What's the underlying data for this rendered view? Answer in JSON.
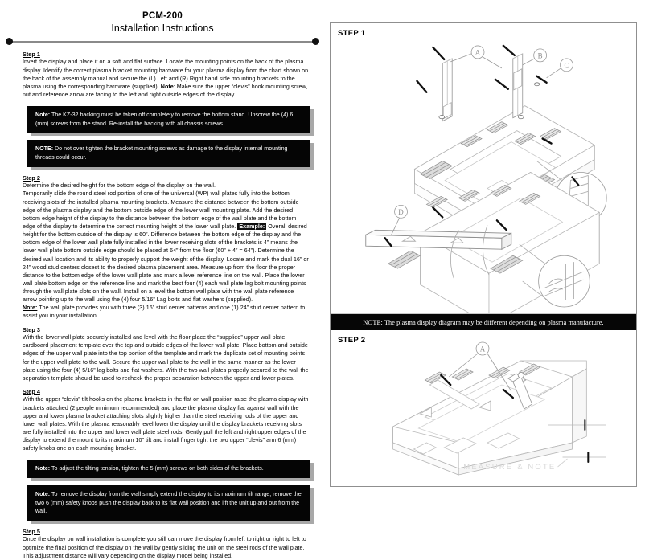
{
  "document": {
    "title": "PCM-200",
    "subtitle": "Installation Instructions"
  },
  "steps": [
    {
      "heading": "Step 1",
      "body": "Invert the display and place it on a soft and flat surface. Locate the mounting points on the back of the plasma display. Identify the correct plasma bracket mounting hardware for your plasma display from the chart shown on the back of the assembly manual and secure the (L) Left and (R) Right hand side mounting brackets to the plasma using the corresponding hardware (supplied). ",
      "body_bold": "Note",
      "body_after": ": Make sure the upper “clevis” hook mounting screw, nut and reference arrow are facing to the left and right outside edges of the display."
    },
    {
      "heading": "Step 2",
      "body_1": "Determine the desired height for the bottom edge of the display on the wall.",
      "body_2": "Temporarily slide the round steel rod portion of one of the universal (WP) wall plates fully into the bottom receiving slots of the installed plasma mounting brackets. Measure the distance between the bottom outside edge of the plasma display and the bottom outside edge of the lower wall mounting plate.  Add the desired bottom edge height of the display to the distance between the bottom edge of the wall plate and the bottom edge of the display to determine the correct mounting height of the lower wall plate. ",
      "highlight": "Example:",
      "body_3": " Overall desired height for the bottom outside of the display is 60”. Difference between the bottom edge of the display and the bottom edge of the lower wall plate fully installed in the lower receiving slots of the brackets is 4” means the lower wall plate bottom outside edge should be placed at 64” from the floor (60” + 4” = 64”). Determine the desired wall location and its ability to properly support the weight of the display. Locate and mark the dual 16” or 24” wood stud centers closest to the desired plasma placement area.  Measure up from the floor the proper distance to the bottom edge of the lower wall plate and mark a level reference line on the wall. Place the lower wall plate bottom edge on the reference line and mark the best four (4) each wall plate lag bolt mounting points through the wall plate slots on the wall.  Install on a level the bottom wall plate with the wall plate reference arrow pointing up to the wall using the (4) four 5/16” Lag bolts and flat washers (supplied).",
      "note_label": "Note:",
      "note_text": " The wall plate provides you with three (3) 16” stud center patterns and one (1) 24” stud center pattern to assist you in your installation."
    },
    {
      "heading": "Step 3",
      "body": "With the lower wall plate securely installed and level with the floor place the “supplied” upper wall plate cardboard placement template over the top and outside edges of the lower wall plate. Place bottom and outside edges of the upper wall plate into the top portion of the template and mark the duplicate set of mounting points for the upper wall plate to the wall. Secure the upper wall plate to the wall in the same manner as the lower plate using the four (4) 5/16” lag bolts and flat washers. With the two wall plates properly secured to the wall the separation template should be used to recheck the proper separation between the upper and lower plates."
    },
    {
      "heading": "Step 4",
      "body": "With the upper “clevis” tilt hooks on the plasma brackets in the flat on wall position raise the plasma display with brackets attached (2 people minimum recommended) and place the plasma display flat against wall with the upper and lower plasma bracket attaching slots slightly higher than the steel receiving rods of the upper and lower wall plates. With the plasma reasonably level lower the display until the display brackets receiving slots are fully installed into the upper and lower wall plate steel rods.  Gently pull the left and right upper edges of the display to extend the mount to its maximum 10” tilt and install finger tight the two upper “clevis” arm 6 (mm) safety knobs one on each mounting bracket."
    },
    {
      "heading": "Step 5",
      "body": "Once the display on wall installation is complete you still can move the display from left to right or right to left to optimize the final position of the display on the wall by gently sliding the unit on the steel rods of the wall plate. This adjustment distance will vary depending on the display model being installed."
    }
  ],
  "notes": [
    {
      "label": "Note:",
      "text": " The KZ-32 backing must be taken off completely to remove the bottom stand. Unscrew the (4) 6 (mm) screws from the stand. Re-install the backing with all chassis screws."
    },
    {
      "label": "NOTE:",
      "text": " Do not over tighten the bracket mounting screws as damage to the display internal mounting threads could occur."
    },
    {
      "label": "Note:",
      "text": " To adjust the tilting tension, tighten the 5 (mm) screws on both sides of the brackets."
    },
    {
      "label": "Note:",
      "text": " To remove the display from the wall simply extend the display to its maximum tilt range, remove the two 6 (mm) safety knobs push the display back to its flat wall position and lift the unit up and out from the wall."
    }
  ],
  "diagrams": {
    "step1_label": "STEP 1",
    "step2_label": "STEP 2",
    "note_bar": "NOTE: The plasma display diagram may be different depending on plasma manufacture.",
    "callouts_step1": [
      "A",
      "B",
      "C",
      "A",
      "D"
    ],
    "callouts_step2": [
      "A"
    ],
    "step2_caption": "MEASURE & NOTE"
  }
}
